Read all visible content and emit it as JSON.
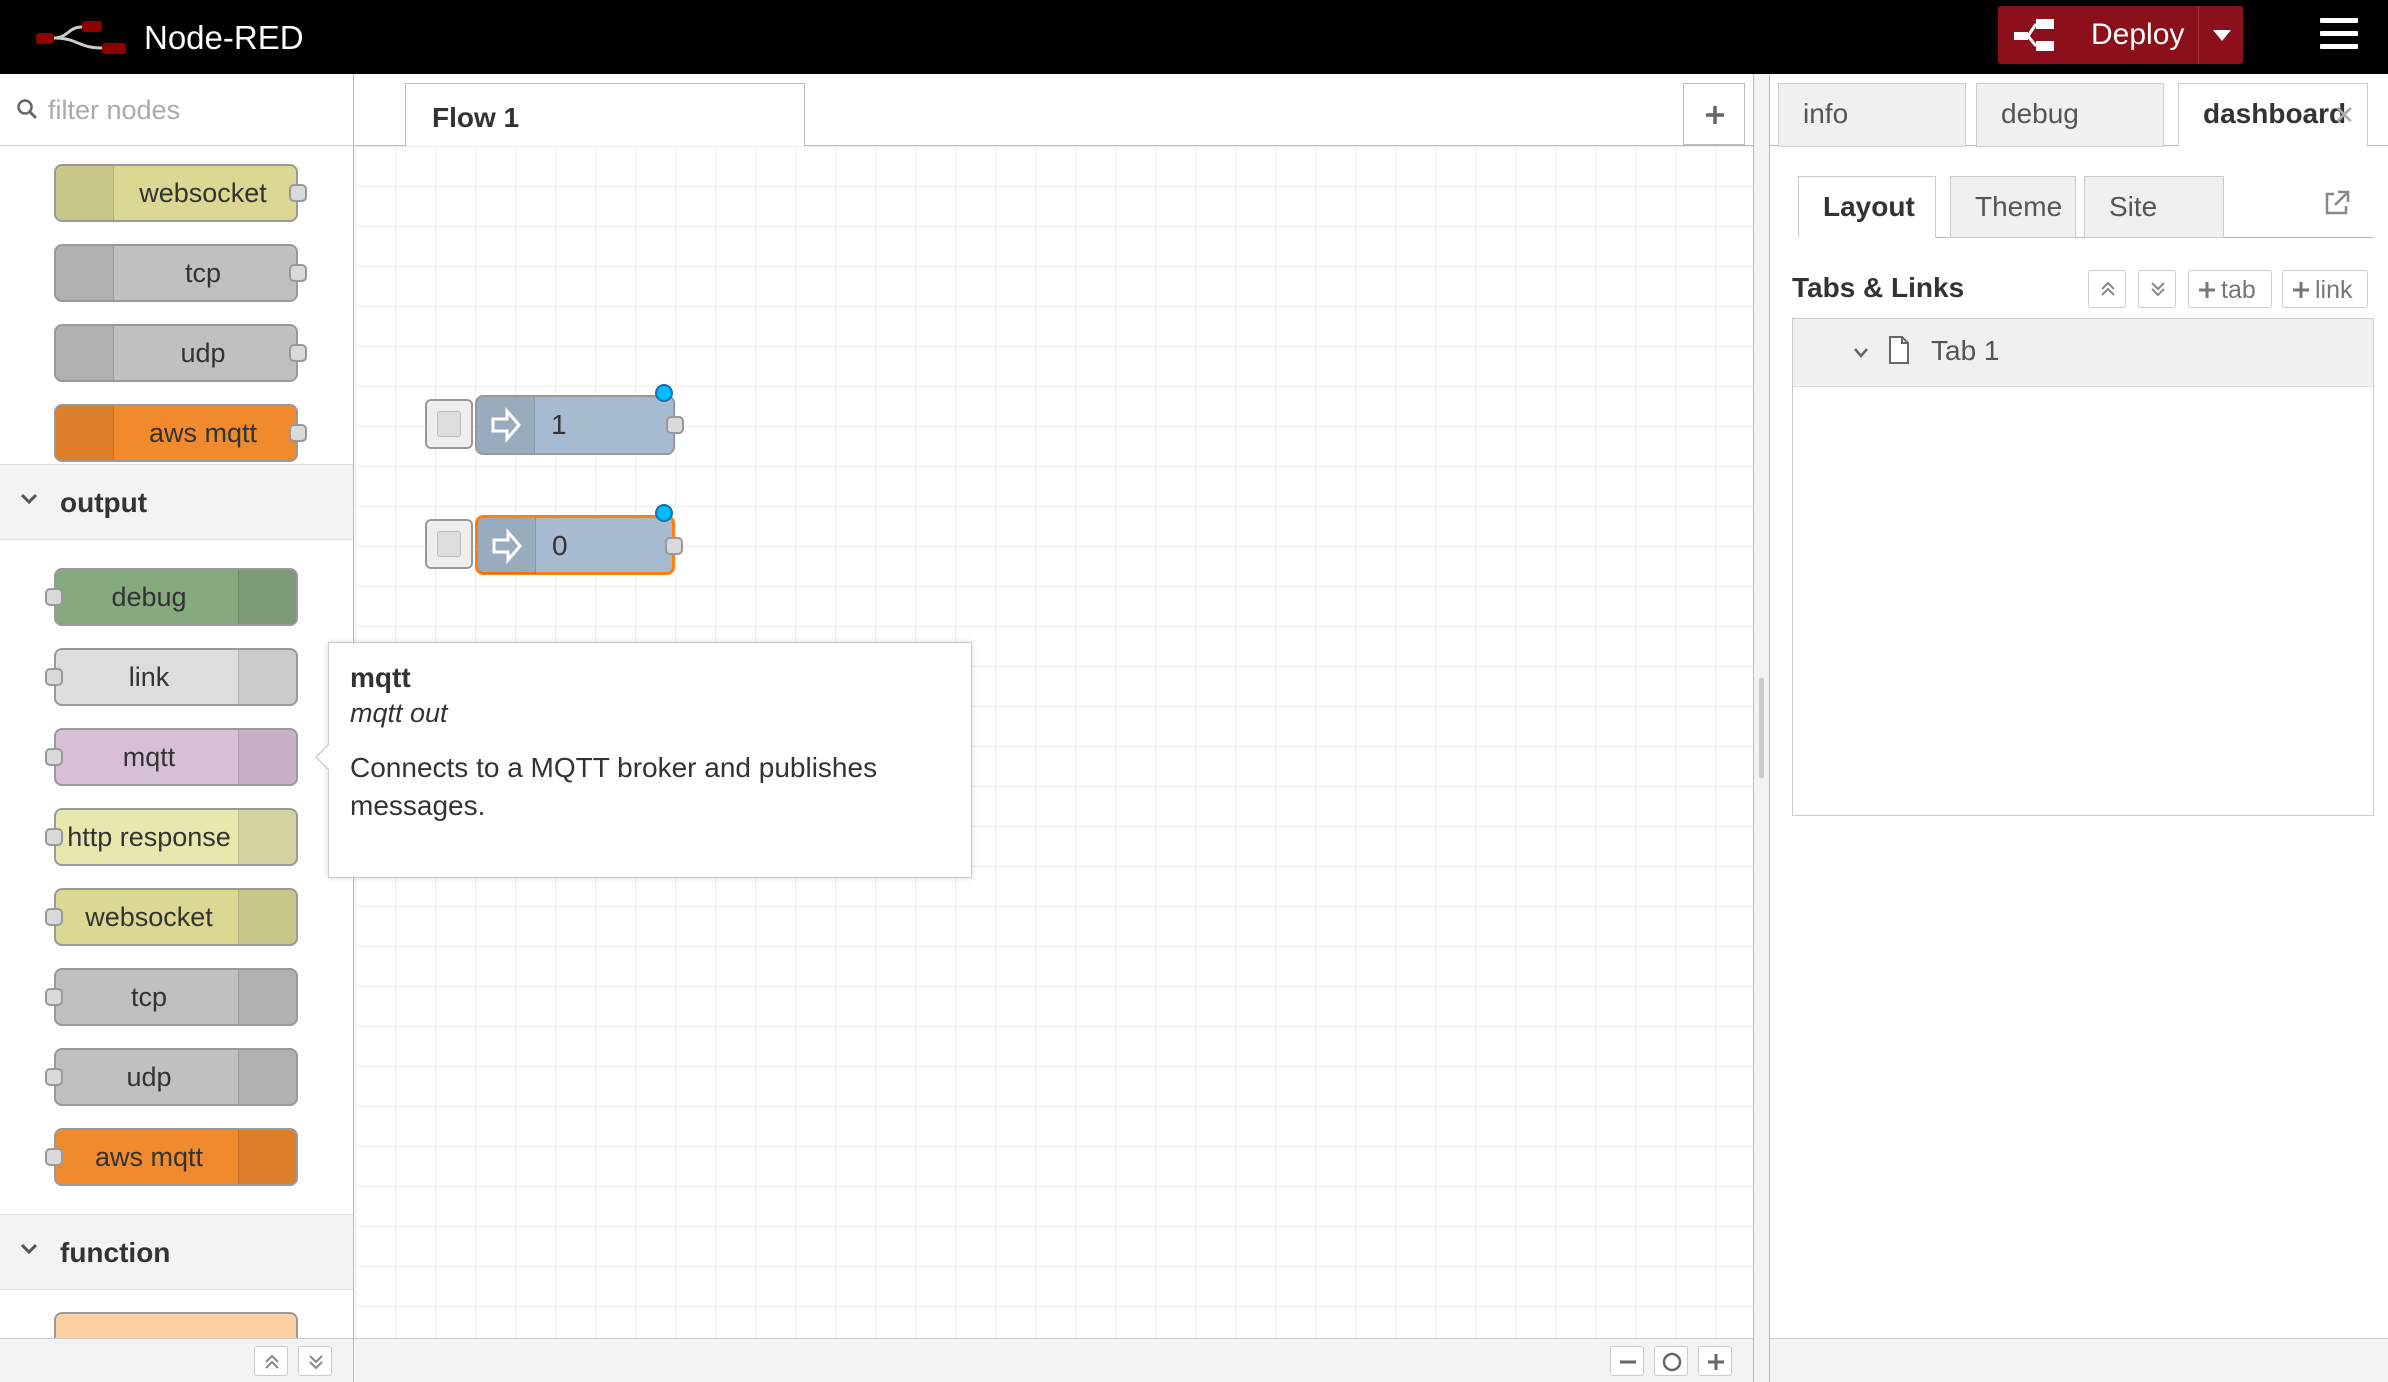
{
  "header": {
    "title": "Node-RED",
    "deploy_label": "Deploy"
  },
  "palette": {
    "search_placeholder": "filter nodes",
    "input_nodes": [
      {
        "label": "websocket",
        "color": "#dbd893"
      },
      {
        "label": "tcp",
        "color": "#c0c0c0"
      },
      {
        "label": "udp",
        "color": "#c0c0c0"
      },
      {
        "label": "aws mqtt",
        "color": "#f08a2c"
      }
    ],
    "output_header": "output",
    "output_nodes": [
      {
        "label": "debug",
        "color": "#87a980"
      },
      {
        "label": "link",
        "color": "#dddddd"
      },
      {
        "label": "mqtt",
        "color": "#d8bfd8"
      },
      {
        "label": "http response",
        "color": "#e7e7ae"
      },
      {
        "label": "websocket",
        "color": "#dbd893"
      },
      {
        "label": "tcp",
        "color": "#c0c0c0"
      },
      {
        "label": "udp",
        "color": "#c0c0c0"
      },
      {
        "label": "aws mqtt",
        "color": "#f08a2c"
      }
    ],
    "function_header": "function"
  },
  "workspace": {
    "tab_label": "Flow 1",
    "nodes": [
      {
        "label": "1",
        "selected": false
      },
      {
        "label": "0",
        "selected": true
      }
    ]
  },
  "tooltip": {
    "title": "mqtt",
    "subtitle": "mqtt out",
    "description": "Connects to a MQTT broker and publishes messages."
  },
  "sidebar": {
    "tabs": [
      "info",
      "debug",
      "dashboard"
    ],
    "subtabs": [
      "Layout",
      "Theme",
      "Site"
    ],
    "section_title": "Tabs & Links",
    "add_tab_label": "tab",
    "add_link_label": "link",
    "tab_items": [
      "Tab 1"
    ]
  },
  "colors": {
    "deploy": "#8c101c",
    "header": "#000000",
    "selected_outline": "#ff7f0e",
    "changed_badge": "#00bcff"
  }
}
